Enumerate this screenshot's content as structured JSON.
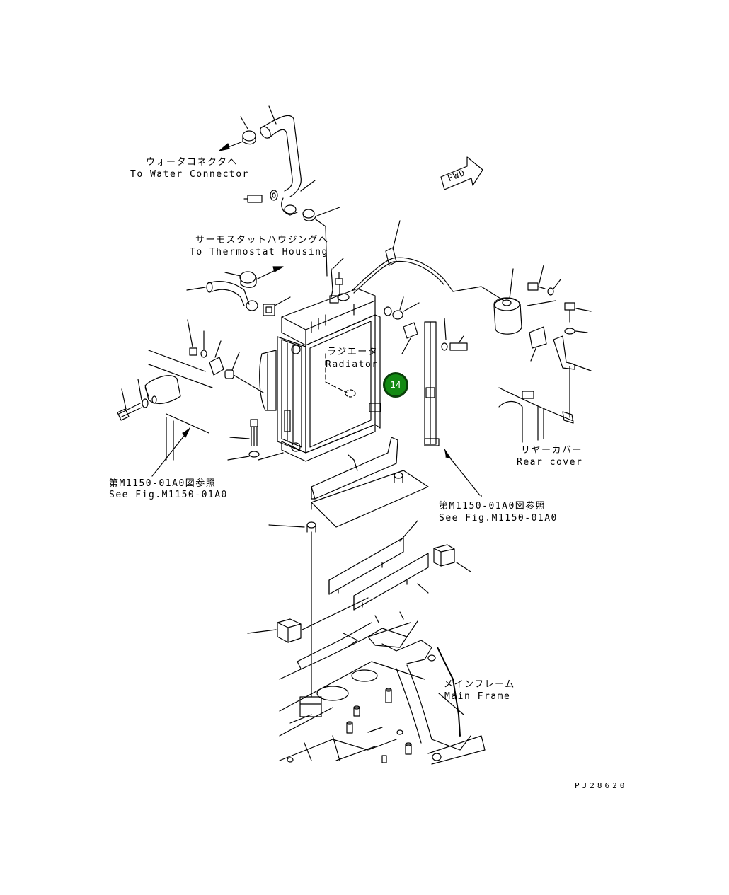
{
  "labels": {
    "water_connector_jp": "ウォータコネクタへ",
    "water_connector_en": "To Water Connector",
    "thermostat_jp": "サーモスタットハウジングへ",
    "thermostat_en": "To Thermostat Housing",
    "fwd": "FWD",
    "radiator_jp": "ラジエータ",
    "radiator_en": "Radiator",
    "rear_cover_jp": "リヤーカバー",
    "rear_cover_en": "Rear cover",
    "ref_left_jp": "第M1150-01A0図参照",
    "ref_left_en": "See Fig.M1150-01A0",
    "ref_right_jp": "第M1150-01A0図参照",
    "ref_right_en": "See Fig.M1150-01A0",
    "main_frame_jp": "メインフレーム",
    "main_frame_en": "Main Frame",
    "drawing_no": "PJ28620"
  },
  "callout": {
    "number": "14",
    "color": "#138a13"
  }
}
